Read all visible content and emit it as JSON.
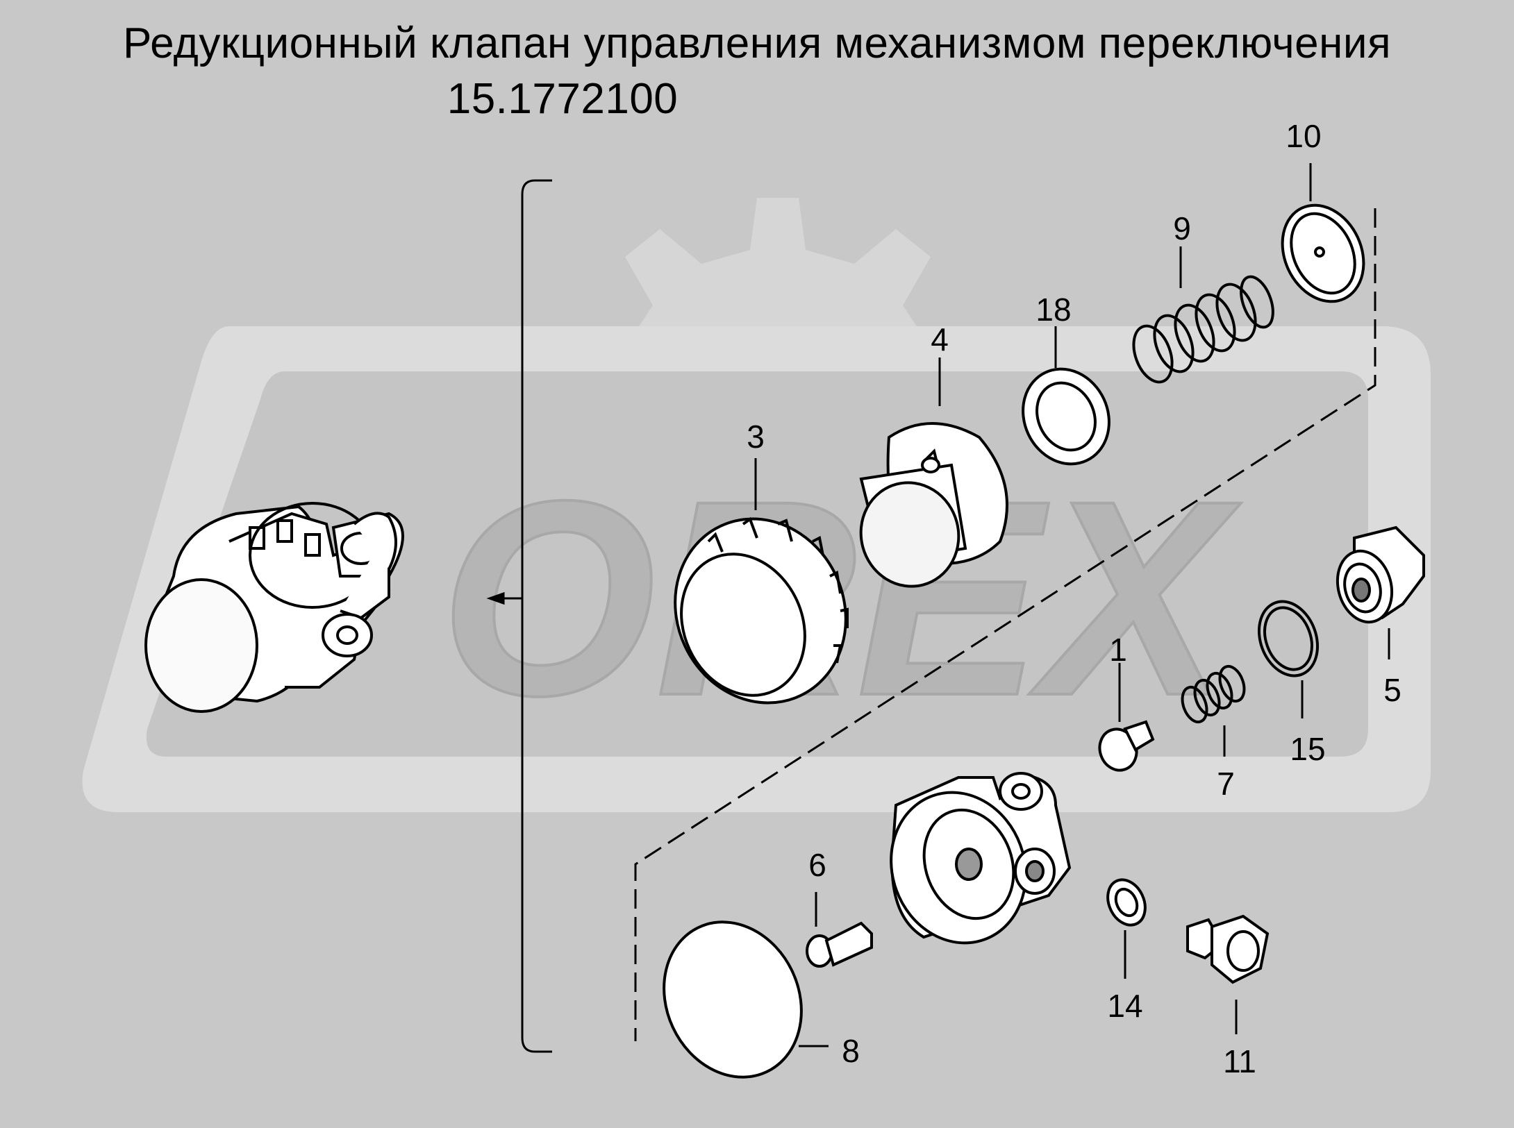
{
  "title": {
    "line1": "Редукционный клапан управления механизмом переключения",
    "line2": "15.1772100"
  },
  "watermark": {
    "text": "OREX"
  },
  "colors": {
    "background": "#c8c8c8",
    "watermark_light": "#d8d8d8",
    "watermark_dark": "#b9b9b9",
    "line": "#000000"
  },
  "callouts": [
    {
      "id": "1",
      "label": "1"
    },
    {
      "id": "3",
      "label": "3"
    },
    {
      "id": "4",
      "label": "4"
    },
    {
      "id": "5",
      "label": "5"
    },
    {
      "id": "6",
      "label": "6"
    },
    {
      "id": "7",
      "label": "7"
    },
    {
      "id": "8",
      "label": "8"
    },
    {
      "id": "9",
      "label": "9"
    },
    {
      "id": "10",
      "label": "10"
    },
    {
      "id": "11",
      "label": "11"
    },
    {
      "id": "14",
      "label": "14"
    },
    {
      "id": "15",
      "label": "15"
    },
    {
      "id": "18",
      "label": "18"
    }
  ]
}
